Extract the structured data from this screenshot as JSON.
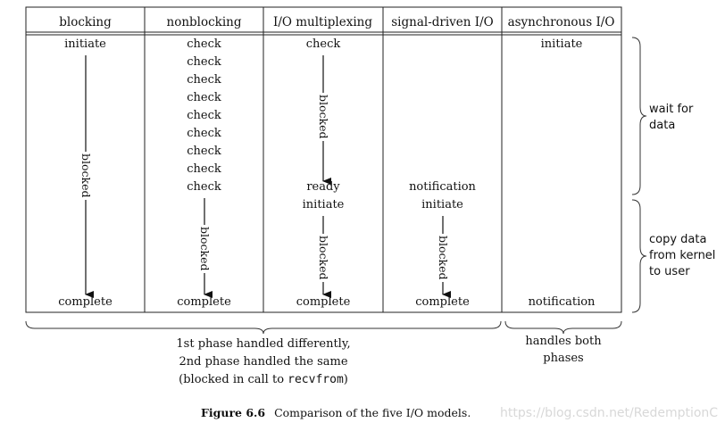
{
  "columns": [
    {
      "header": "blocking"
    },
    {
      "header": "nonblocking"
    },
    {
      "header": "I/O multiplexing"
    },
    {
      "header": "signal-driven I/O"
    },
    {
      "header": "asynchronous I/O"
    }
  ],
  "cells": {
    "blocking": {
      "start": "initiate",
      "blocked": "blocked",
      "end": "complete"
    },
    "nonblocking": {
      "checks": [
        "check",
        "check",
        "check",
        "check",
        "check",
        "check",
        "check",
        "check",
        "check"
      ],
      "blocked": "blocked",
      "end": "complete"
    },
    "multiplexing": {
      "start": "check",
      "blocked1": "blocked",
      "ready": "ready",
      "initiate": "initiate",
      "blocked2": "blocked",
      "end": "complete"
    },
    "signal": {
      "notification": "notification",
      "initiate": "initiate",
      "blocked": "blocked",
      "end": "complete"
    },
    "async": {
      "start": "initiate",
      "end": "notification"
    }
  },
  "phases": {
    "wait": "wait for\ndata",
    "copy": "copy data\nfrom kernel\nto user"
  },
  "bottom": {
    "left_line1": "1st phase handled differently,",
    "left_line2": "2nd phase handled the same",
    "left_line3_prefix": "(blocked in call to ",
    "left_line3_code": "recvfrom",
    "left_line3_suffix": ")",
    "right": "handles both\nphases"
  },
  "caption": {
    "label": "Figure 6.6",
    "text": "Comparison of the five I/O models."
  },
  "watermark": "https://blog.csdn.net/RedemptionC"
}
